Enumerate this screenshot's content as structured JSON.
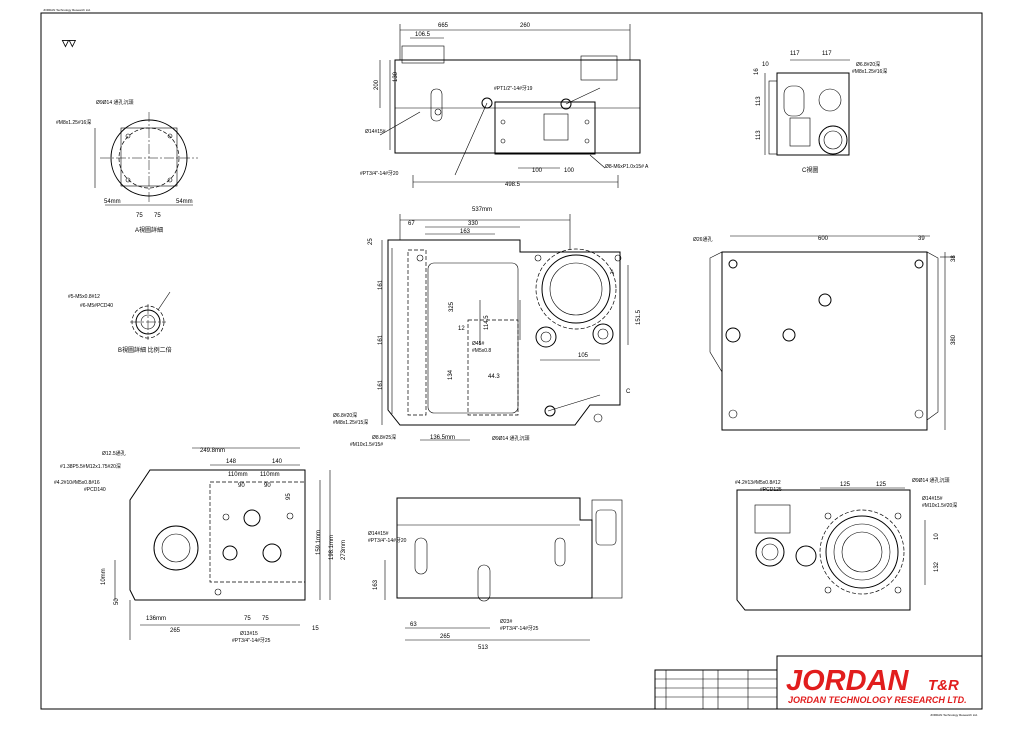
{
  "sheet": {
    "corner_mark": "▽▽",
    "top_tiny": "JORDAN Technology Research Ltd.",
    "bottom_tiny": "JORDAN Technology Research Ltd."
  },
  "logo": {
    "brand": "JORDAN",
    "suffix": "T&R",
    "company": "JORDAN TECHNOLOGY RESEARCH LTD.",
    "brand_color": "#e11d1d"
  },
  "views": {
    "top": {
      "dims": [
        "665",
        "260",
        "106.5",
        "200",
        "130",
        "100",
        "100",
        "498.5"
      ],
      "notes": [
        "#PT1/2\"-14#牙19",
        "Ø14#15#",
        "#PT3/4\"-14#牙20",
        "Ø8-M6xP1.0x15# A"
      ]
    },
    "a_view": {
      "caption": "A視圖詳細",
      "dims": [
        "54mm",
        "75",
        "75",
        "54mm"
      ],
      "notes": [
        "Ø9Ø14 通孔沉頭",
        "#M8x1.25#16深"
      ]
    },
    "b_view": {
      "caption": "B視圖詳細 比例二倍",
      "notes": [
        "#5-M5x0.8#12",
        "#6-M5#PCD40"
      ]
    },
    "c_view": {
      "caption": "C視圖",
      "dims": [
        "117",
        "117",
        "10",
        "16",
        "113",
        "113"
      ],
      "notes": [
        "Ø6.8#20深",
        "#M8x1.25#16深"
      ]
    },
    "front": {
      "dims": [
        "537mm",
        "330",
        "67",
        "163",
        "25",
        "161",
        "161",
        "161",
        "12",
        "114.5",
        "325",
        "151.5",
        "134",
        "44.3",
        "105",
        "136.5mm"
      ],
      "notes": [
        "Ø6.8#20深",
        "#M8x1.25#15深",
        "Ø8.8#25深",
        "#M10x1.5#15#",
        "Ø45#",
        "#M5x0.8",
        "Ø9Ø14 通孔沉頭"
      ],
      "markers": [
        "A",
        "C"
      ]
    },
    "right": {
      "dims": [
        "600",
        "39",
        "38",
        "380"
      ],
      "notes": [
        "Ø26通孔"
      ]
    },
    "bottom_left": {
      "dims": [
        "249.8mm",
        "148",
        "140",
        "110mm",
        "110mm",
        "90",
        "90",
        "95",
        "136mm",
        "75",
        "75",
        "265",
        "15",
        "273mm",
        "198.1mm",
        "159.1mm",
        "50",
        "10mm"
      ],
      "notes": [
        "Ø12.5通孔",
        "#1.38P5.5#M12x1.75#20深",
        "#4.2#10#M5x0.8#16",
        "#PCD140",
        "Ø13#15",
        "#PT3/4\"-14#牙25"
      ]
    },
    "bottom_mid": {
      "dims": [
        "163",
        "63",
        "265",
        "513"
      ],
      "notes": [
        "Ø14#15#",
        "#PT3/4\"-14#牙20",
        "Ø23#",
        "#PT3/4\"-14#牙25"
      ]
    },
    "bottom_right": {
      "dims": [
        "125",
        "125",
        "10",
        "132"
      ],
      "notes": [
        "#4.2#13#M5x0.8#12",
        "#PCD125",
        "Ø9Ø14 通孔沉頭",
        "Ø14#15#",
        "#M10x1.5#20深"
      ]
    }
  }
}
